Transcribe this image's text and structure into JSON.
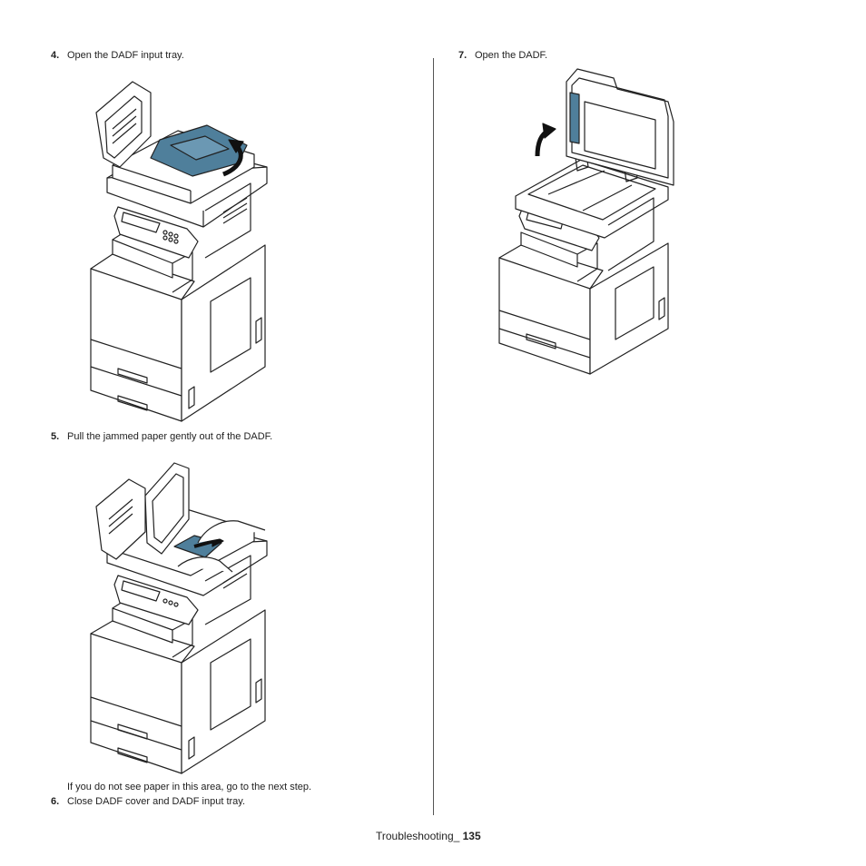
{
  "steps": [
    {
      "num": "4.",
      "text": "Open the DADF input tray."
    },
    {
      "num": "5.",
      "text": "Pull the jammed paper gently out of the DADF."
    },
    {
      "num": "6.",
      "text": "Close DADF cover and DADF input tray."
    },
    {
      "num": "7.",
      "text": "Open the DADF."
    }
  ],
  "note_text": "If you do not see paper in this area, go to the next step.",
  "footer": {
    "section": "Troubleshooting_ ",
    "page": "135"
  },
  "colors": {
    "accent": "#4f7f9b",
    "line": "#222222"
  }
}
